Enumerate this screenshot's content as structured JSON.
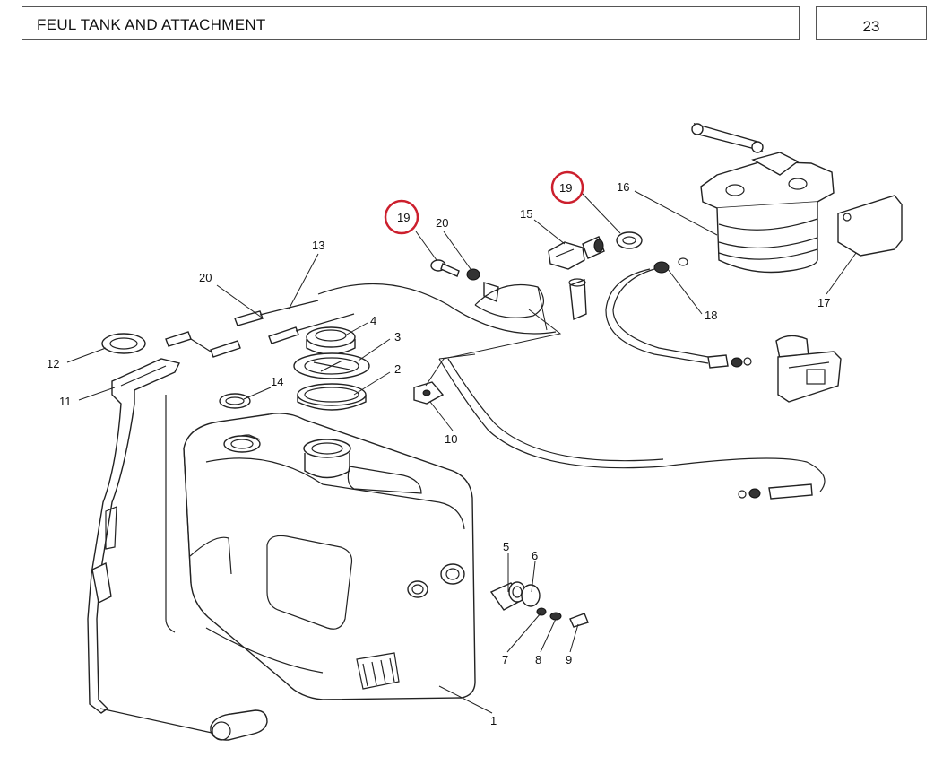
{
  "header": {
    "title": "FEUL TANK AND ATTACHMENT",
    "page_number": "23"
  },
  "colors": {
    "highlight_circle": "#cc1f2d",
    "line": "#222222"
  },
  "callouts": {
    "c1": "1",
    "c2": "2",
    "c3": "3",
    "c4": "4",
    "c5": "5",
    "c6": "6",
    "c7": "7",
    "c8": "8",
    "c9": "9",
    "c10": "10",
    "c11": "11",
    "c12": "12",
    "c13": "13",
    "c14": "14",
    "c15": "15",
    "c16": "16",
    "c17": "17",
    "c18": "18",
    "c19a": "19",
    "c19b": "19",
    "c20a": "20",
    "c20b": "20"
  }
}
